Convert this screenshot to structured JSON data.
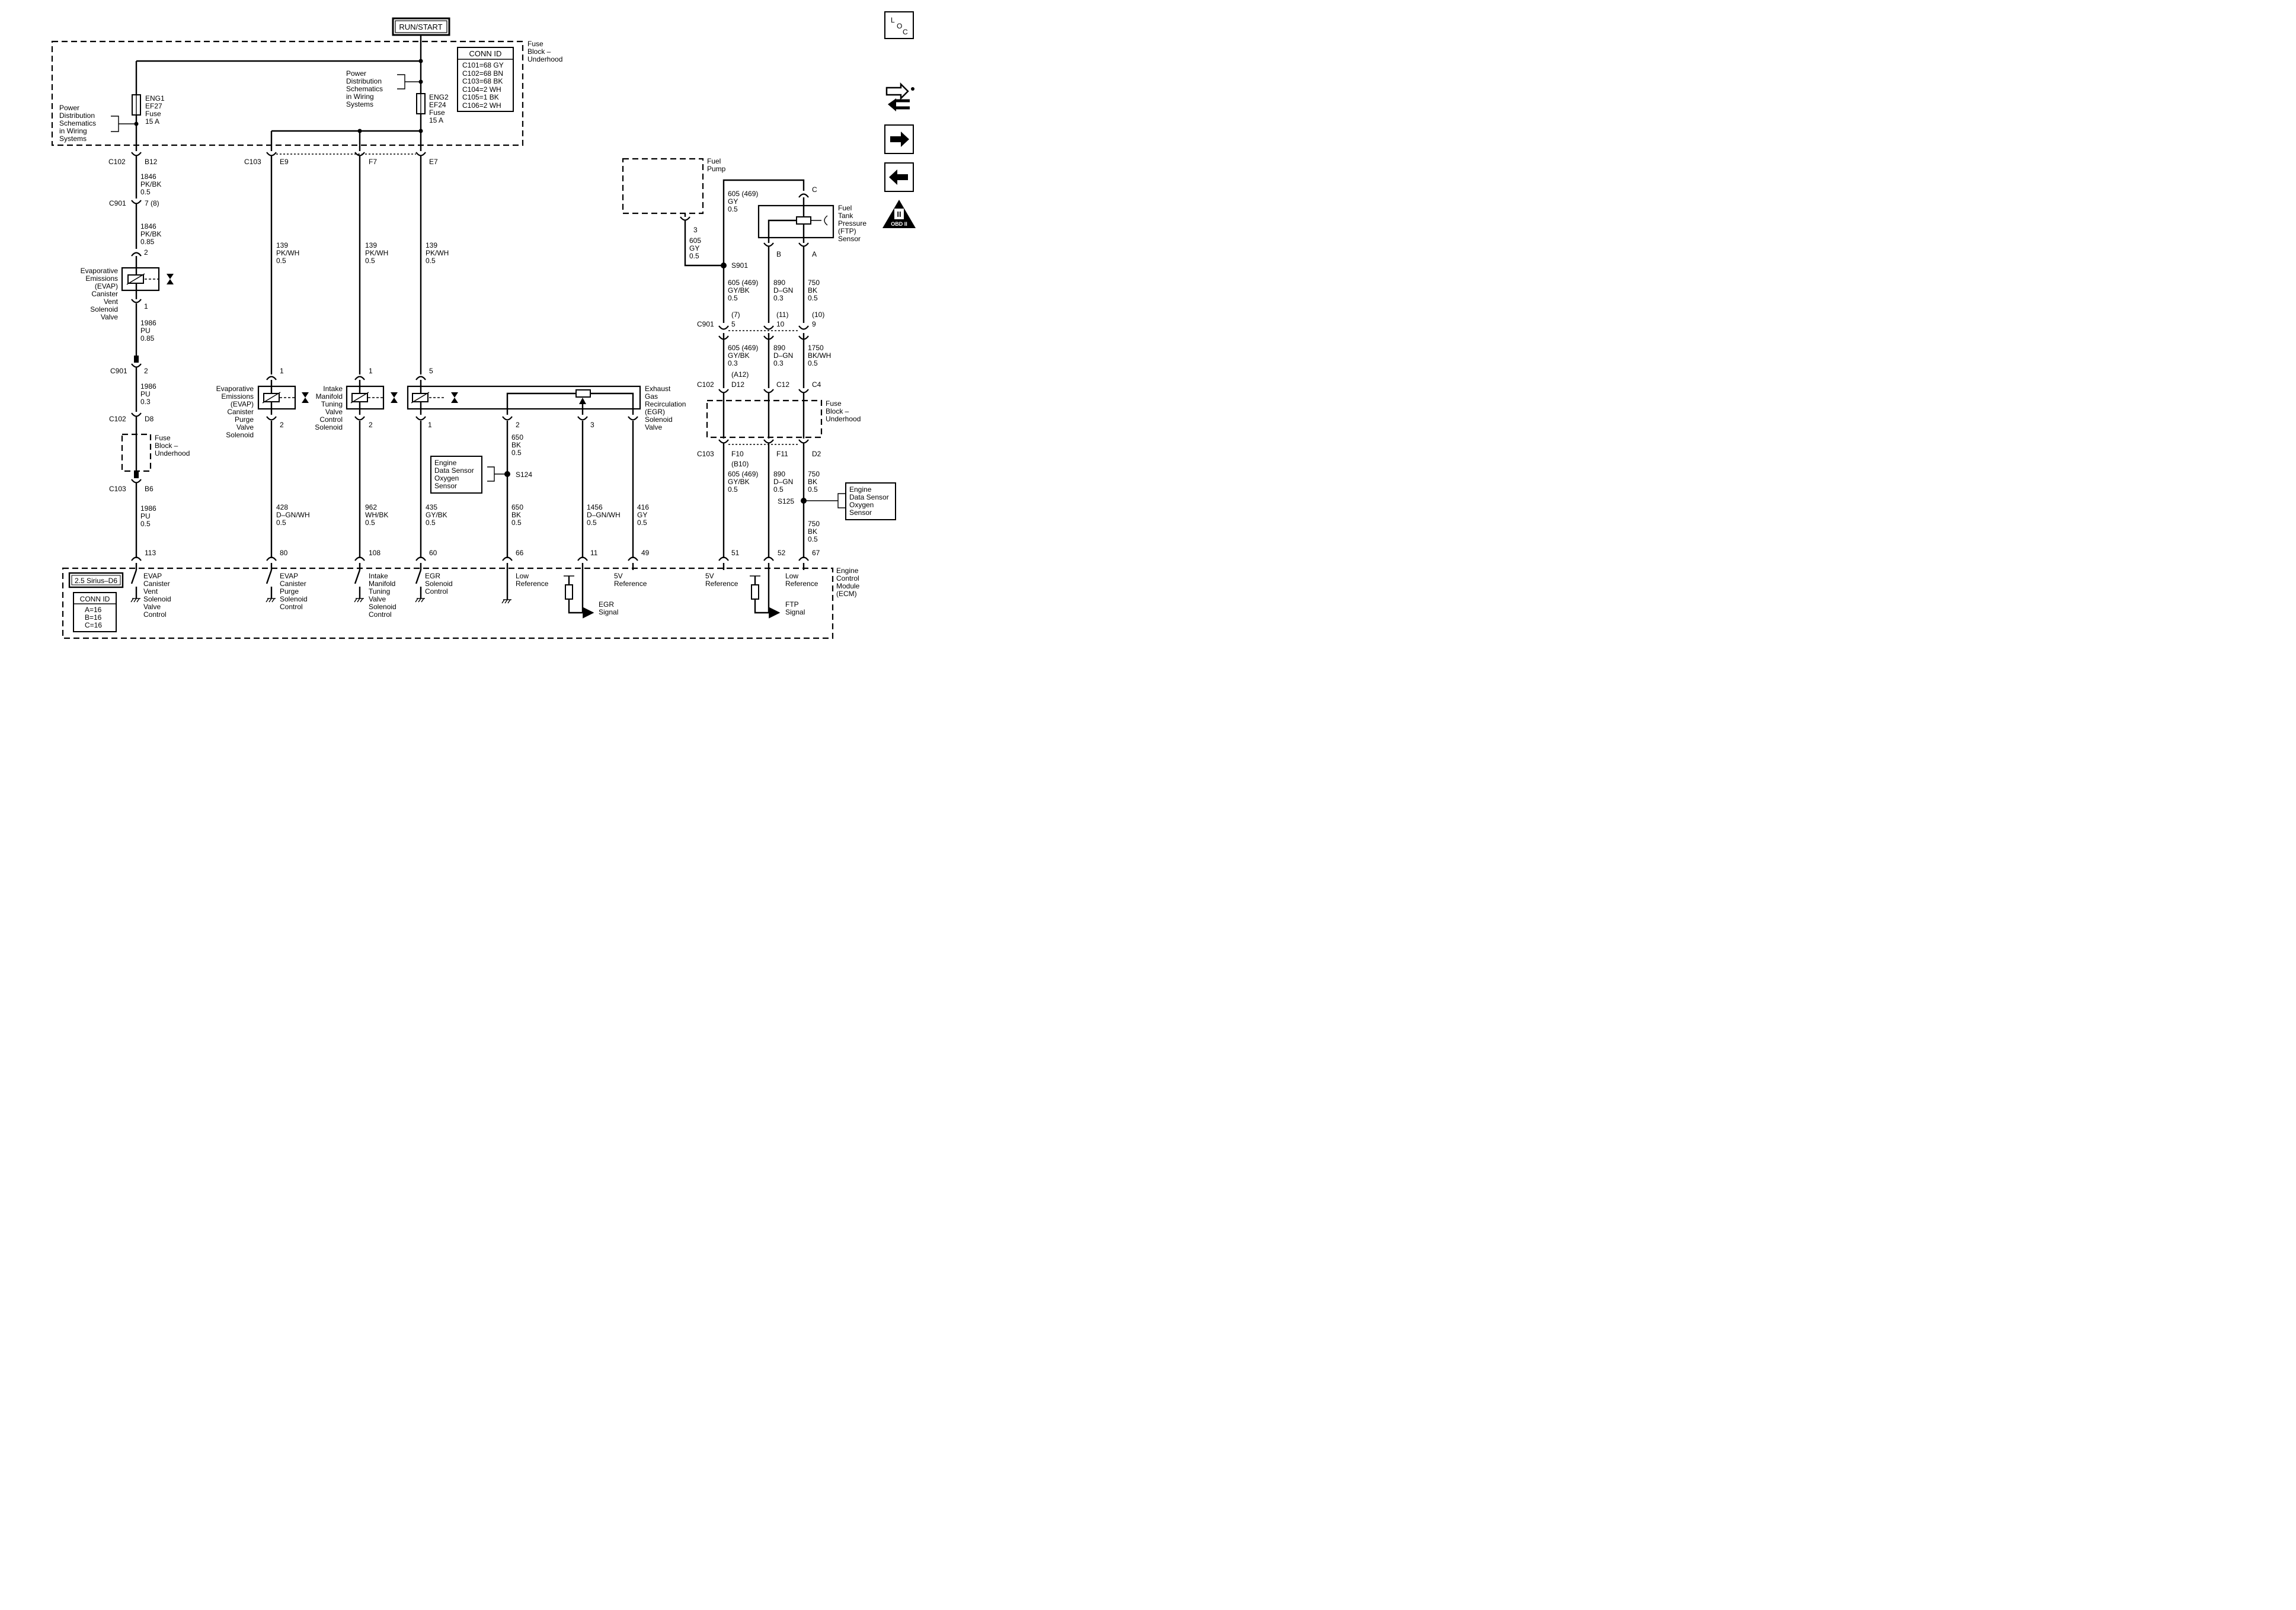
{
  "diagram_labels": {
    "run_start": "RUN/START",
    "loc_l": "L",
    "loc_o": "O",
    "loc_c": "C",
    "obd": "OBD II",
    "obd_roman": "II",
    "fuse_block_top_1": "Fuse",
    "fuse_block_top_2": "Block –",
    "fuse_block_top_3": "Underhood",
    "conn_id_title": "CONN ID",
    "conn_id_1": "C101=68 GY",
    "conn_id_2": "C102=68 BN",
    "conn_id_3": "C103=68 BK",
    "conn_id_4": "C104=2 WH",
    "conn_id_5": "C105=1 BK",
    "conn_id_6": "C106=2 WH",
    "pd_left_1": "Power",
    "pd_left_2": "Distribution",
    "pd_left_3": "Schematics",
    "pd_left_4": "in Wiring",
    "pd_left_5": "Systems",
    "pd_mid_1": "Power",
    "pd_mid_2": "Distribution",
    "pd_mid_3": "Schematics",
    "pd_mid_4": "in Wiring",
    "pd_mid_5": "Systems",
    "f1_1": "ENG1",
    "f1_2": "EF27",
    "f1_3": "Fuse",
    "f1_4": "15 A",
    "f2_1": "ENG2",
    "f2_2": "EF24",
    "f2_3": "Fuse",
    "f2_4": "15 A",
    "c102": "C102",
    "b12": "B12",
    "w1846_1": "1846",
    "pkbk_1": "PK/BK",
    "g05_1": "0.5",
    "c901_a": "C901",
    "pin7_8": "7 (8)",
    "w1846_2": "1846",
    "pkbk_2": "PK/BK",
    "g085_1": "0.85",
    "pin2_a": "2",
    "evap_vent_1": "Evaporative",
    "evap_vent_2": "Emissions",
    "evap_vent_3": "(EVAP)",
    "evap_vent_4": "Canister",
    "evap_vent_5": "Vent",
    "evap_vent_6": "Solenoid",
    "evap_vent_7": "Valve",
    "pin1_a": "1",
    "w1986_1": "1986",
    "pu_1": "PU",
    "g085_2": "0.85",
    "c901_b": "C901",
    "pin2_b": "2",
    "w1986_2": "1986",
    "pu_2": "PU",
    "g03_1": "0.3",
    "c102_b": "C102",
    "d8": "D8",
    "fb_left_1": "Fuse",
    "fb_left_2": "Block –",
    "fb_left_3": "Underhood",
    "c103_b": "C103",
    "b6": "B6",
    "w1986_3": "1986",
    "pu_3": "PU",
    "g05_2": "0.5",
    "pin113": "113",
    "c103_a": "C103",
    "e9": "E9",
    "f7": "F7",
    "e7": "E7",
    "w139_1": "139",
    "pkwh_1": "PK/WH",
    "g05_3": "0.5",
    "w139_2": "139",
    "pkwh_2": "PK/WH",
    "g05_4": "0.5",
    "w139_3": "139",
    "pkwh_3": "PK/WH",
    "g05_5": "0.5",
    "pin1_b": "1",
    "pin1_c": "1",
    "pin5": "5",
    "pin2_c": "2",
    "pin2_d": "2",
    "pin1_d": "1",
    "pin2_e": "2",
    "pin3_a": "3",
    "evap_purge_1": "Evaporative",
    "evap_purge_2": "Emissions",
    "evap_purge_3": "(EVAP)",
    "evap_purge_4": "Canister",
    "evap_purge_5": "Purge",
    "evap_purge_6": "Valve",
    "evap_purge_7": "Solenoid",
    "imt_1": "Intake",
    "imt_2": "Manifold",
    "imt_3": "Tuning",
    "imt_4": "Valve",
    "imt_5": "Control",
    "imt_6": "Solenoid",
    "egr_1": "Exhaust",
    "egr_2": "Gas",
    "egr_3": "Recirculation",
    "egr_4": "(EGR)",
    "egr_5": "Solenoid",
    "egr_6": "Valve",
    "w650_1": "650",
    "bk_1": "BK",
    "g05_6": "0.5",
    "eds1_1": "Engine",
    "eds1_2": "Data Sensor",
    "eds1_3": "Oxygen",
    "eds1_4": "Sensor",
    "s124": "S124",
    "w650_2": "650",
    "bk_2": "BK",
    "g05_7": "0.5",
    "w428": "428",
    "dgnwh_1": "D–GN/WH",
    "g05_8": "0.5",
    "w962": "962",
    "whbk": "WH/BK",
    "g05_9": "0.5",
    "w435": "435",
    "gybk_1": "GY/BK",
    "g05_10": "0.5",
    "w1456": "1456",
    "dgnwh_2": "D–GN/WH",
    "g05_11": "0.5",
    "w416": "416",
    "gy_1": "GY",
    "g05_12": "0.5",
    "pin80": "80",
    "pin108": "108",
    "pin60": "60",
    "pin66": "66",
    "pin11": "11",
    "pin49": "49",
    "fuel_pump_1": "Fuel",
    "fuel_pump_2": "Pump",
    "w605_a": "605 (469)",
    "gy_2": "GY",
    "g05_13": "0.5",
    "pin_c": "C",
    "ftp_1": "Fuel",
    "ftp_2": "Tank",
    "ftp_3": "Pressure",
    "ftp_4": "(FTP)",
    "ftp_5": "Sensor",
    "pin3_b": "3",
    "w605_b": "605",
    "gy_3": "GY",
    "g05_14": "0.5",
    "s901": "S901",
    "pin_b": "B",
    "pin_a": "A",
    "w605_c": "605 (469)",
    "gybk_2": "GY/BK",
    "g05_15": "0.5",
    "w890_1": "890",
    "dgn_1": "D–GN",
    "g03_2": "0.3",
    "w750_1": "750",
    "bk_3": "BK",
    "g05_16": "0.5",
    "p7": "(7)",
    "p11": "(11)",
    "p10": "(10)",
    "c901_c": "C901",
    "pin5_b": "5",
    "pin10": "10",
    "pin9": "9",
    "w605_d": "605 (469)",
    "gybk_3": "GY/BK",
    "g03_3": "0.3",
    "w890_2": "890",
    "dgn_2": "D–GN",
    "g03_4": "0.3",
    "w1750": "1750",
    "bkwh": "BK/WH",
    "g05_17": "0.5",
    "pa12": "(A12)",
    "c102_c": "C102",
    "d12": "D12",
    "c12": "C12",
    "c4": "C4",
    "fb_right_1": "Fuse",
    "fb_right_2": "Block –",
    "fb_right_3": "Underhood",
    "c103_c": "C103",
    "f10": "F10",
    "f11": "F11",
    "d2": "D2",
    "pb10": "(B10)",
    "w605_e": "605 (469)",
    "gybk_4": "GY/BK",
    "g05_18": "0.5",
    "w890_3": "890",
    "dgn_3": "D–GN",
    "g05_19": "0.5",
    "w750_2": "750",
    "bk_4": "BK",
    "g05_20": "0.5",
    "s125": "S125",
    "eds2_1": "Engine",
    "eds2_2": "Data Sensor",
    "eds2_3": "Oxygen",
    "eds2_4": "Sensor",
    "w750_3": "750",
    "bk_5": "BK",
    "g05_21": "0.5",
    "pin51": "51",
    "pin52": "52",
    "pin67": "67",
    "ecm_1": "Engine",
    "ecm_2": "Control",
    "ecm_3": "Module",
    "ecm_4": "(ECM)",
    "engine_id": "2.5 Sirius–D6",
    "ecm_conn_title": "CONN ID",
    "ecm_conn_1": "A=16",
    "ecm_conn_2": "B=16",
    "ecm_conn_3": "C=16",
    "ecm_evap_vent_1": "EVAP",
    "ecm_evap_vent_2": "Canister",
    "ecm_evap_vent_3": "Vent",
    "ecm_evap_vent_4": "Solenoid",
    "ecm_evap_vent_5": "Valve",
    "ecm_evap_vent_6": "Control",
    "ecm_evap_purge_1": "EVAP",
    "ecm_evap_purge_2": "Canister",
    "ecm_evap_purge_3": "Purge",
    "ecm_evap_purge_4": "Solenoid",
    "ecm_evap_purge_5": "Control",
    "ecm_imt_1": "Intake",
    "ecm_imt_2": "Manifold",
    "ecm_imt_3": "Tuning",
    "ecm_imt_4": "Valve",
    "ecm_imt_5": "Solenoid",
    "ecm_imt_6": "Control",
    "ecm_egr_1": "EGR",
    "ecm_egr_2": "Solenoid",
    "ecm_egr_3": "Control",
    "ecm_lowref_1": "Low",
    "ecm_lowref_2": "Reference",
    "ecm_5v_1": "5V",
    "ecm_5v_2": "Reference",
    "ecm_egrsig_1": "EGR",
    "ecm_egrsig_2": "Signal",
    "ecm_5v_b_1": "5V",
    "ecm_5v_b_2": "Reference",
    "ecm_lowref_b_1": "Low",
    "ecm_lowref_b_2": "Reference",
    "ecm_ftpsig_1": "FTP",
    "ecm_ftpsig_2": "Signal"
  },
  "icons": [
    "loc-icon",
    "connector-tool-icon",
    "next-page-icon",
    "previous-page-icon",
    "obd-ii-icon"
  ]
}
